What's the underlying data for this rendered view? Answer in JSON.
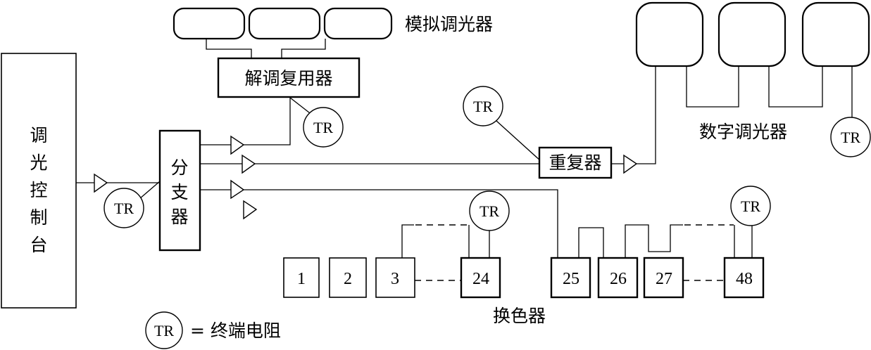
{
  "labels": {
    "console": [
      "调",
      "光",
      "控",
      "制",
      "台"
    ],
    "splitter": [
      "分",
      "支",
      "器"
    ],
    "demux": "解调复用器",
    "analog_dimmers": "模拟调光器",
    "repeater": "重复器",
    "digital_dimmers": "数字调光器",
    "color_changers": "换色器",
    "terminator": "TR",
    "legend_eq": "= 终端电阻"
  },
  "changers_left": [
    "1",
    "2",
    "3",
    "24"
  ],
  "changers_right": [
    "25",
    "26",
    "27",
    "48"
  ]
}
